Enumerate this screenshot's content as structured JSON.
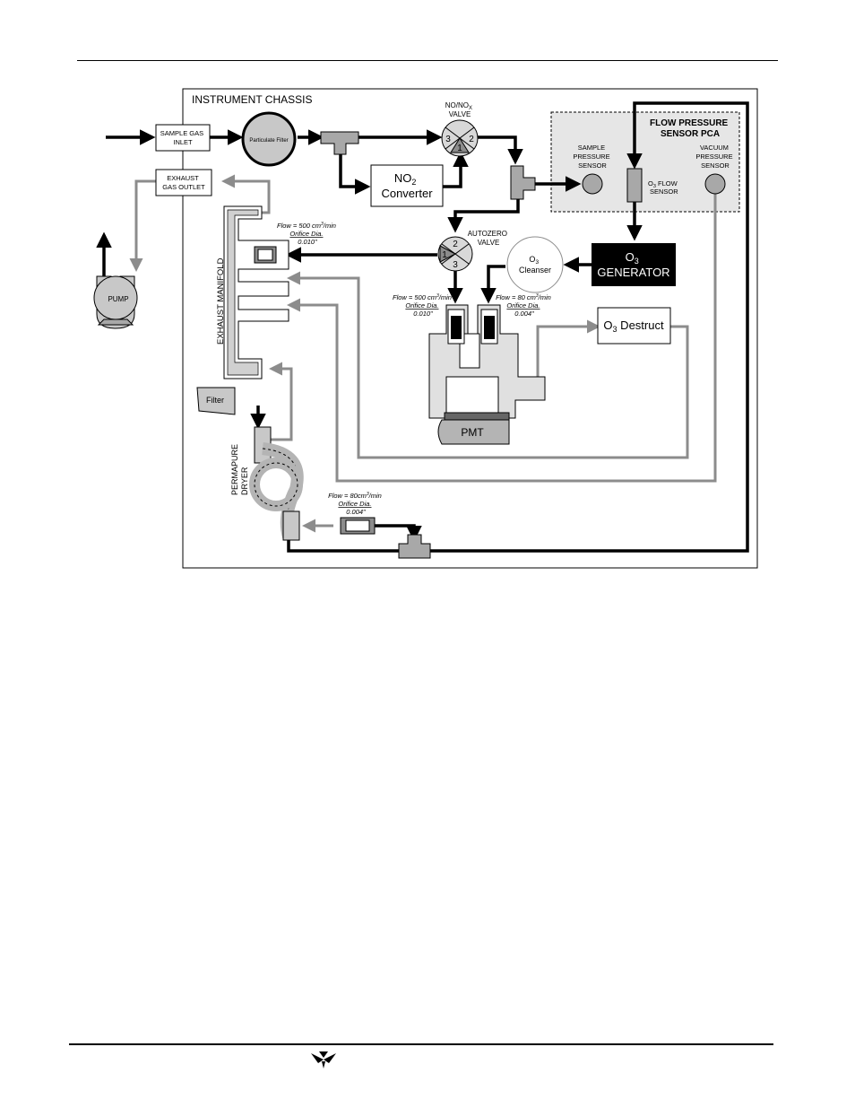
{
  "diagram": {
    "chassis_label": "INSTRUMENT CHASSIS",
    "sample_gas_inlet": [
      "SAMPLE GAS",
      "INLET"
    ],
    "exhaust_gas_outlet": [
      "EXHAUST",
      "GAS OUTLET"
    ],
    "particulate_filter": "Particulate Filter",
    "pump": "PUMP",
    "no_nox_valve": {
      "line1": "NO/NO",
      "sub": "X",
      "line2": "VALVE",
      "ports": [
        "3",
        "2",
        "1"
      ]
    },
    "no2_converter": {
      "line1": "NO",
      "sub": "2",
      "line2": "Converter"
    },
    "flow_pressure_pca": [
      "FLOW PRESSURE",
      "SENSOR PCA"
    ],
    "sample_pressure_sensor": [
      "SAMPLE",
      "PRESSURE",
      "SENSOR"
    ],
    "o3_flow_sensor": {
      "pre": "O",
      "sub": "3",
      "line1": " FLOW",
      "line2": "SENSOR"
    },
    "vacuum_pressure_sensor": [
      "VACUUM",
      "PRESSURE",
      "SENSOR"
    ],
    "autozero_valve": {
      "lines": [
        "AUTOZERO",
        "VALVE"
      ],
      "ports": [
        "2",
        "1",
        "3"
      ]
    },
    "o3_cleanser": {
      "pre": "O",
      "sub": "3",
      "line2": "Cleanser"
    },
    "o3_generator": {
      "pre": "O",
      "sub": "3",
      "line2": "GENERATOR"
    },
    "o3_destruct": {
      "pre": "O",
      "sub": "3",
      "post": " Destruct"
    },
    "exhaust_manifold": "EXHAUST MANIFOLD",
    "pmt": "PMT",
    "filter": "Filter",
    "permapure_dryer": [
      "PERMAPURE",
      "DRYER"
    ],
    "orifices": [
      {
        "flow": "Flow = 500 cm",
        "sup": "3",
        "unit": "/min",
        "dia": "Orifice Dia.",
        "size": "0.010\""
      },
      {
        "flow": "Flow = 500 cm",
        "sup": "3",
        "unit": "/min",
        "dia": "Orifice Dia.",
        "size": "0.010\""
      },
      {
        "flow": "Flow = 80 cm",
        "sup": "3",
        "unit": "/min",
        "dia": "Orifice Dia.",
        "size": "0.004\""
      },
      {
        "flow": "Flow = 80cm",
        "sup": "3",
        "unit": "/min",
        "dia": "Orifice Dia.",
        "size": "0.004\""
      }
    ]
  },
  "footer": {
    "logo": "teledyne-logo"
  },
  "colors": {
    "gas_path": "#000000",
    "exhaust_path": "#8c8c8c",
    "component_fill": "#c8c8c8",
    "pca_fill": "#e6e6e6"
  }
}
